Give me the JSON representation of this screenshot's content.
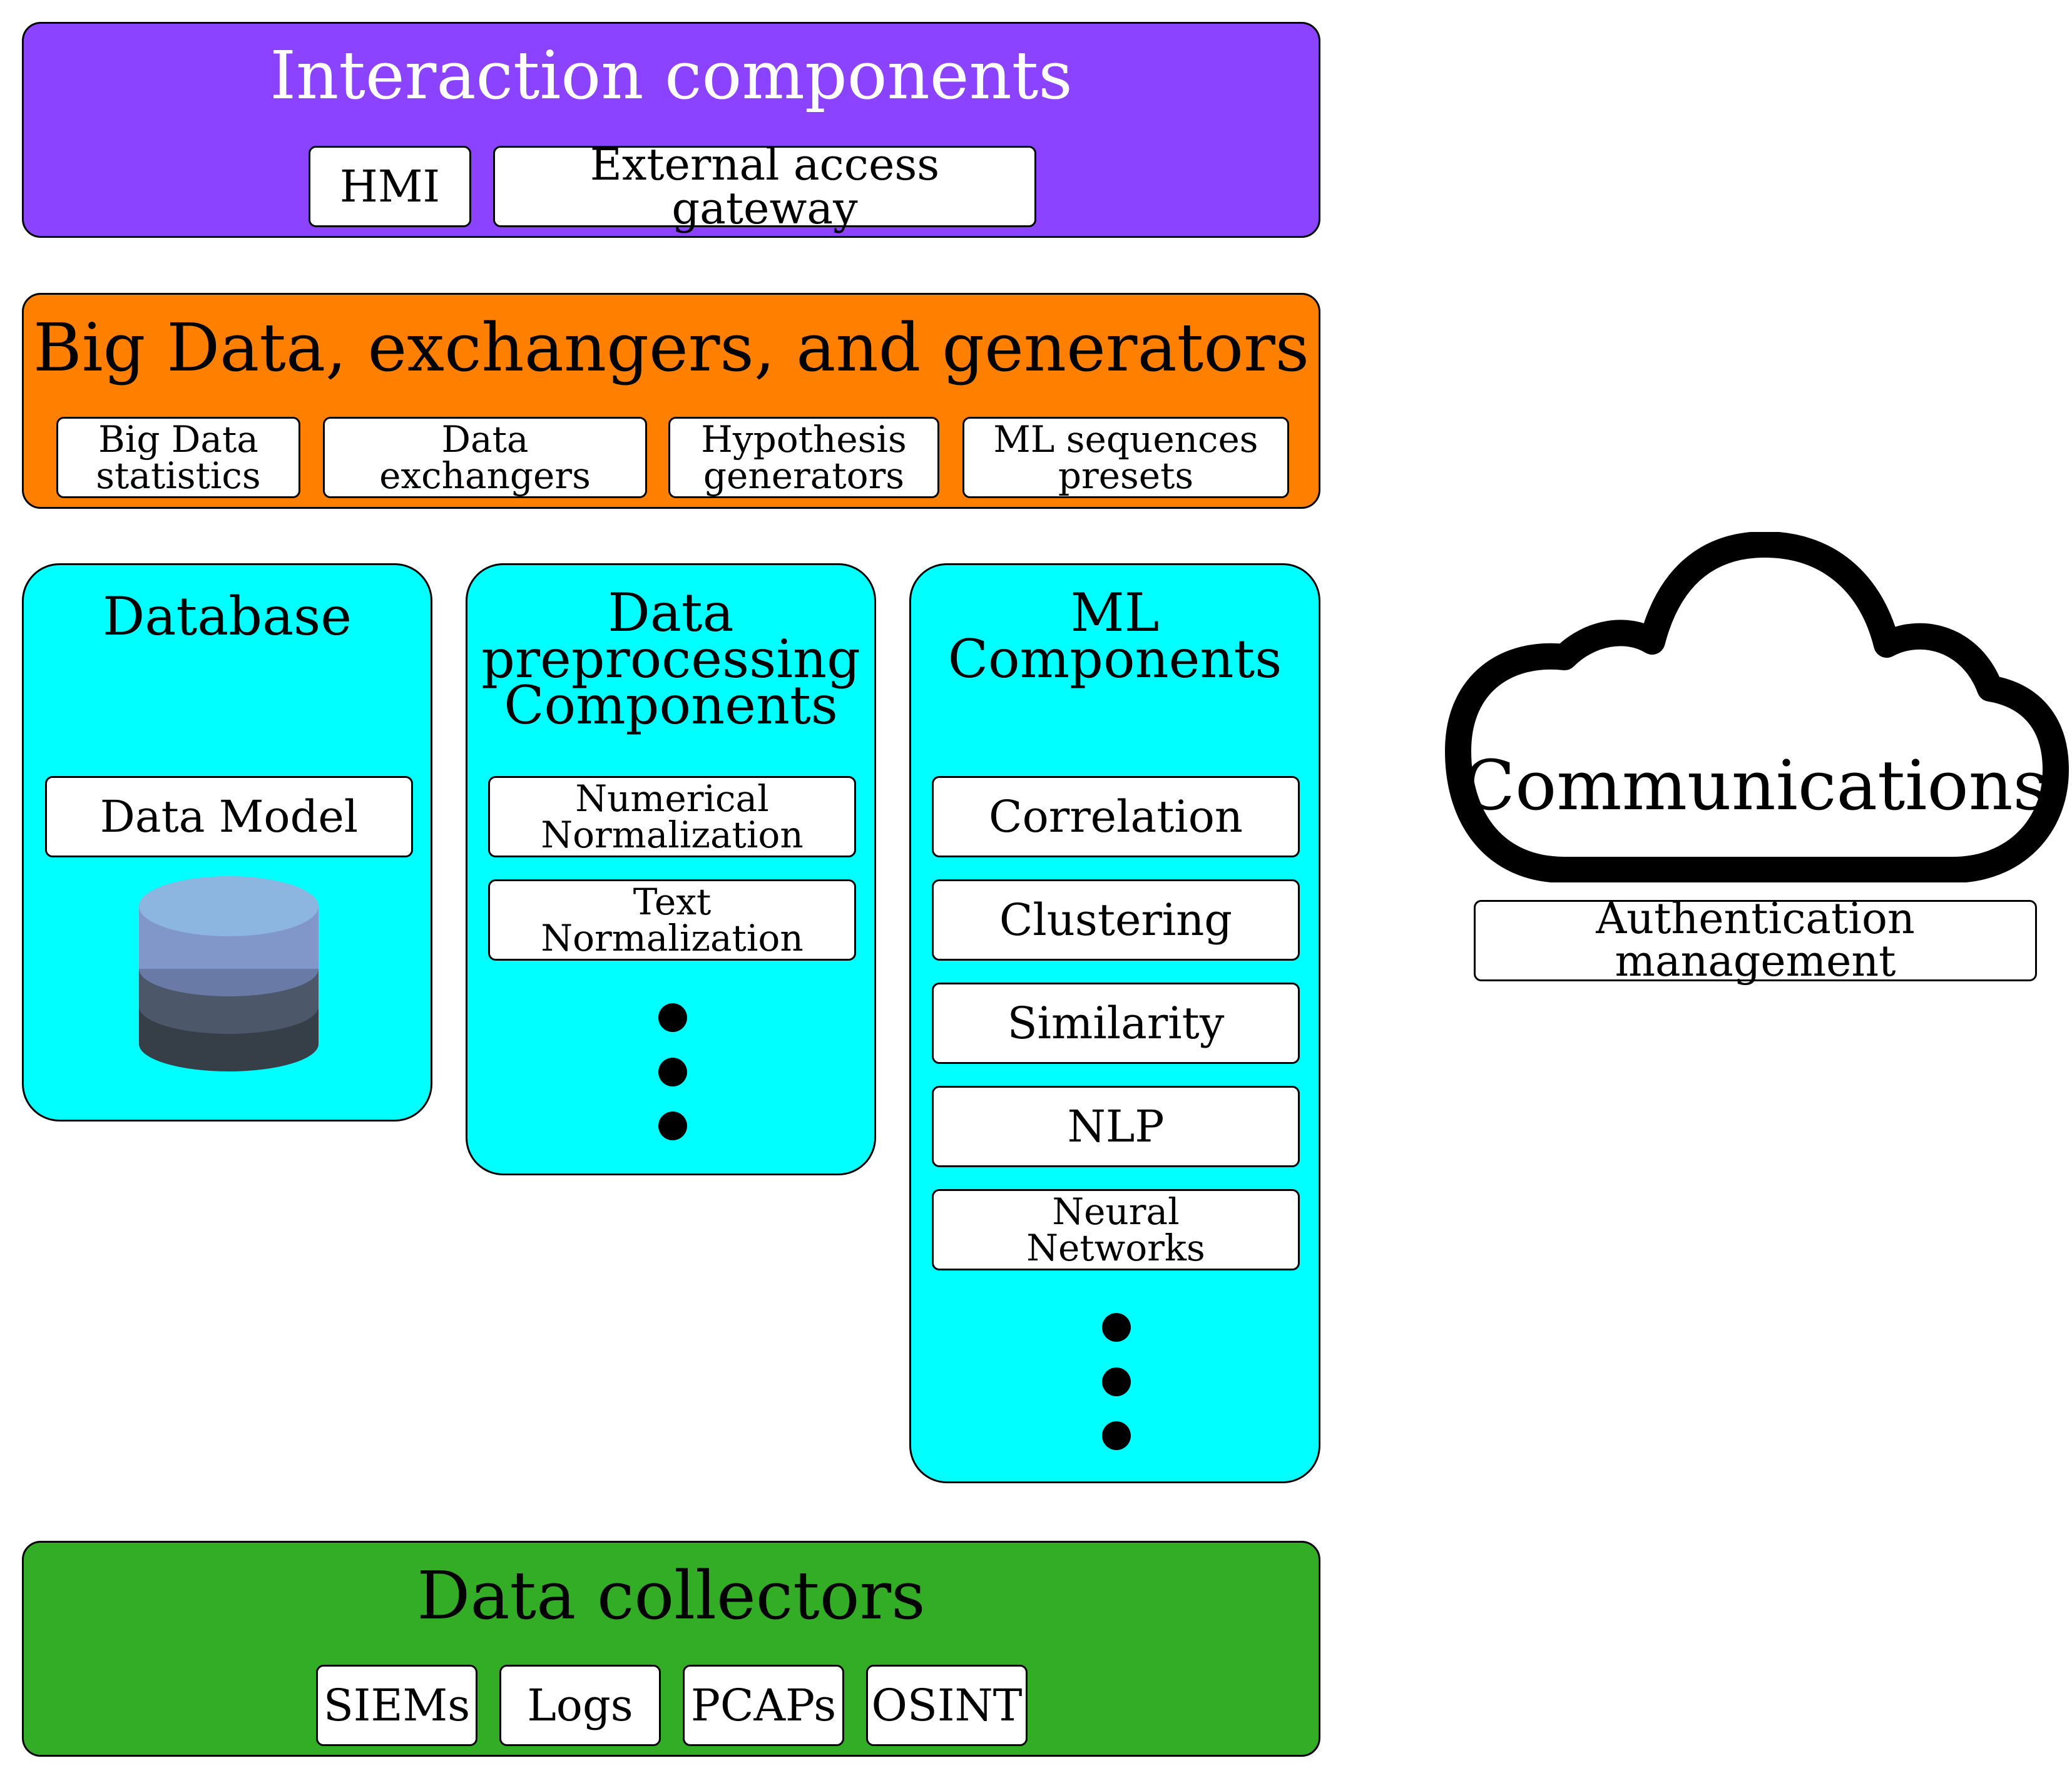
{
  "colors": {
    "interaction": "#8c43ff",
    "bigdata": "#ff8000",
    "components": "#00ffff",
    "collectors": "#33ad26"
  },
  "interaction": {
    "title": "Interaction components",
    "items": [
      "HMI",
      "External access gateway"
    ]
  },
  "bigdata": {
    "title": "Big Data, exchangers, and generators",
    "items": [
      [
        "Big Data",
        "statistics"
      ],
      [
        "Data",
        "exchangers"
      ],
      [
        "Hypothesis",
        "generators"
      ],
      [
        "ML sequences",
        "presets"
      ]
    ]
  },
  "database": {
    "title": "Database",
    "item": "Data Model",
    "icon": "database-cylinder-icon"
  },
  "preprocessing": {
    "title": [
      "Data",
      "preprocessing",
      "Components"
    ],
    "items": [
      [
        "Numerical",
        "Normalization"
      ],
      [
        "Text",
        "Normalization"
      ]
    ]
  },
  "ml": {
    "title": [
      "ML",
      "Components"
    ],
    "items": [
      "Correlation",
      "Clustering",
      "Similarity",
      "NLP"
    ],
    "neural": [
      "Neural",
      "Networks"
    ]
  },
  "communications": {
    "title": "Communications",
    "icon": "cloud-icon",
    "item": "Authentication management"
  },
  "collectors": {
    "title": "Data collectors",
    "items": [
      "SIEMs",
      "Logs",
      "PCAPs",
      "OSINT"
    ]
  }
}
